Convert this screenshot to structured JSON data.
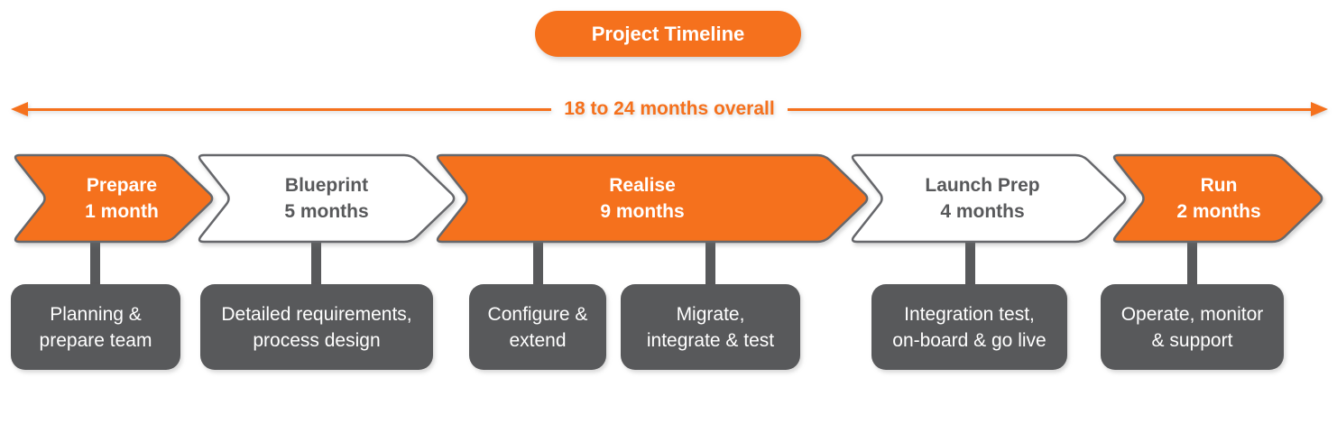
{
  "title_badge": {
    "label": "Project Timeline"
  },
  "overall_arrow": {
    "label": "18 to 24 months overall"
  },
  "phases": [
    {
      "name": "Prepare",
      "duration": "1 month",
      "highlighted": true
    },
    {
      "name": "Blueprint",
      "duration": "5 months",
      "highlighted": false
    },
    {
      "name": "Realise",
      "duration": "9 months",
      "highlighted": true
    },
    {
      "name": "Launch Prep",
      "duration": "4 months",
      "highlighted": false
    },
    {
      "name": "Run",
      "duration": "2 months",
      "highlighted": true
    }
  ],
  "activities": [
    {
      "lines": [
        "Planning &",
        "prepare team"
      ]
    },
    {
      "lines": [
        "Detailed requirements,",
        "process design"
      ]
    },
    {
      "lines": [
        "Configure &",
        "extend"
      ]
    },
    {
      "lines": [
        "Migrate,",
        "integrate & test"
      ]
    },
    {
      "lines": [
        "Integration test,",
        "on-board & go live"
      ]
    },
    {
      "lines": [
        "Operate, monitor",
        "& support"
      ]
    }
  ],
  "colors": {
    "accent": "#F5711D",
    "box_gray": "#58595B",
    "outline_gray": "#66676B",
    "white": "#FFFFFF"
  }
}
